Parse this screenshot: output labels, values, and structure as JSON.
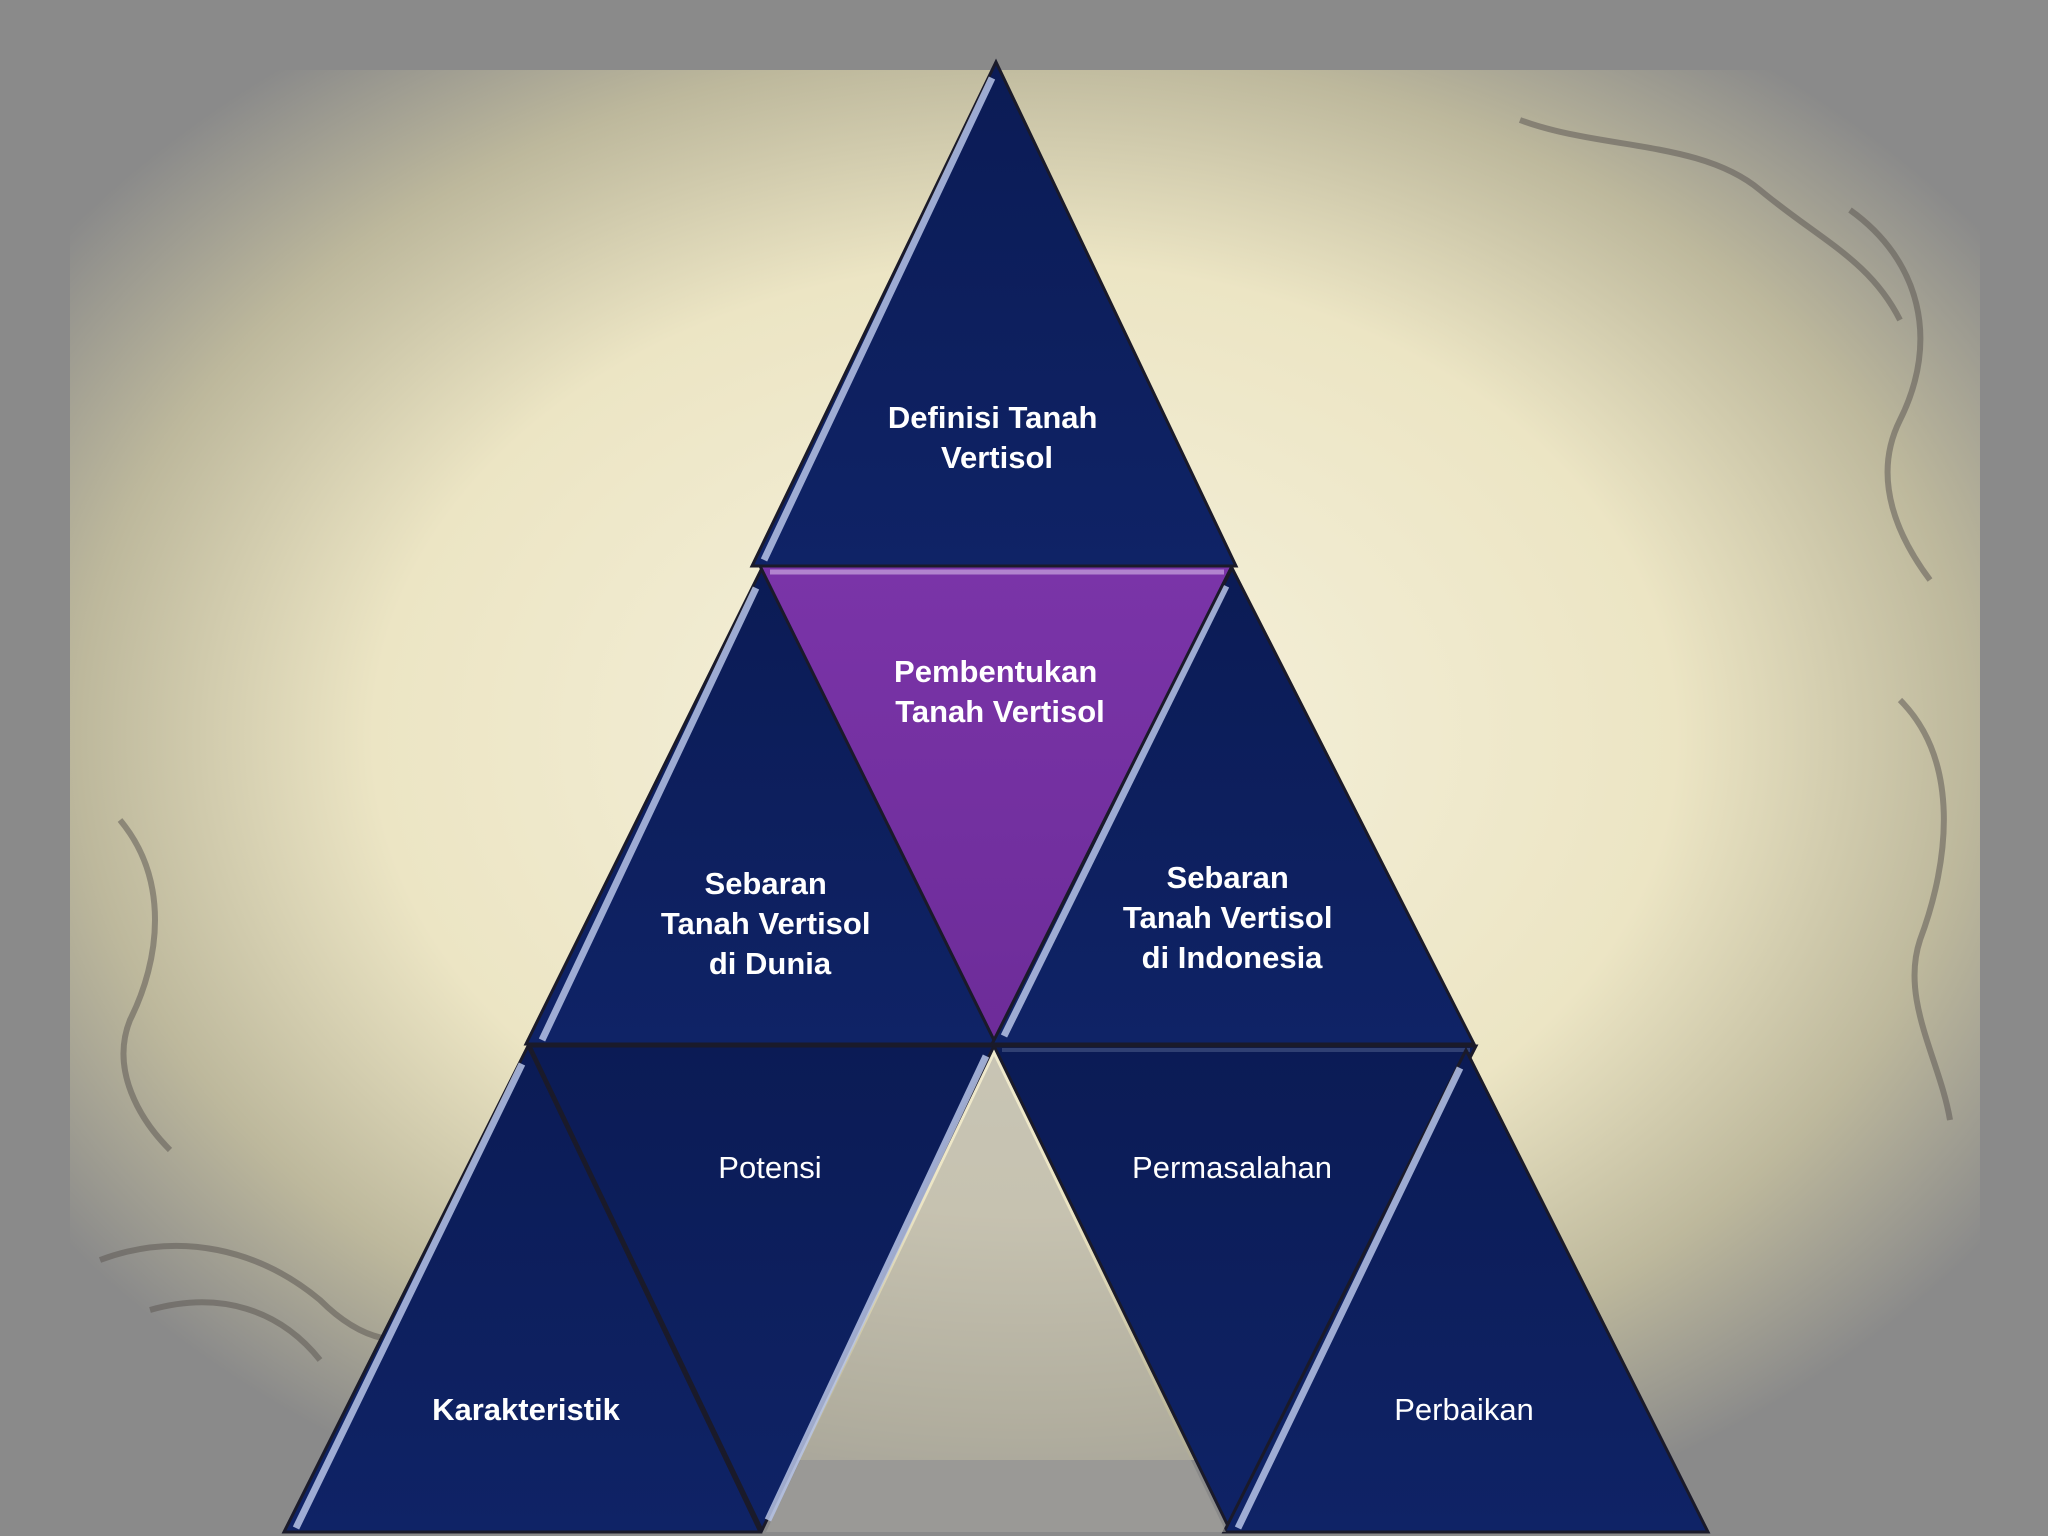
{
  "slide": {
    "colors": {
      "navy": "#0d1f5c",
      "purple": "#7330a0",
      "frame": "#8a8a8a",
      "parchment": "#f3eed8"
    },
    "triangles": [
      {
        "key": "top",
        "label": "Definisi Tanah Vertisol",
        "lines": [
          "Definisi Tanah",
          "Vertisol"
        ],
        "color": "navy",
        "bold": true
      },
      {
        "key": "center",
        "label": "Pembentukan Tanah Vertisol",
        "lines": [
          "Pembentukan",
          "Tanah Vertisol"
        ],
        "color": "purple",
        "bold": true
      },
      {
        "key": "mid-left",
        "label": "Sebaran Tanah Vertisol di Dunia",
        "lines": [
          "Sebaran",
          "Tanah Vertisol",
          "di Dunia"
        ],
        "color": "navy",
        "bold": true
      },
      {
        "key": "mid-right",
        "label": "Sebaran Tanah Vertisol di Indonesia",
        "lines": [
          "Sebaran",
          "Tanah Vertisol",
          "di Indonesia"
        ],
        "color": "navy",
        "bold": true
      },
      {
        "key": "bottom-left-inv",
        "label": "Potensi",
        "lines": [
          "Potensi"
        ],
        "color": "navy",
        "bold": false
      },
      {
        "key": "bottom-right-inv",
        "label": "Permasalahan",
        "lines": [
          "Permasalahan"
        ],
        "color": "navy",
        "bold": false
      },
      {
        "key": "bottom-left",
        "label": "Karakteristik",
        "lines": [
          "Karakteristik"
        ],
        "color": "navy",
        "bold": true
      },
      {
        "key": "bottom-right",
        "label": "Perbaikan",
        "lines": [
          "Perbaikan"
        ],
        "color": "navy",
        "bold": false
      }
    ]
  }
}
